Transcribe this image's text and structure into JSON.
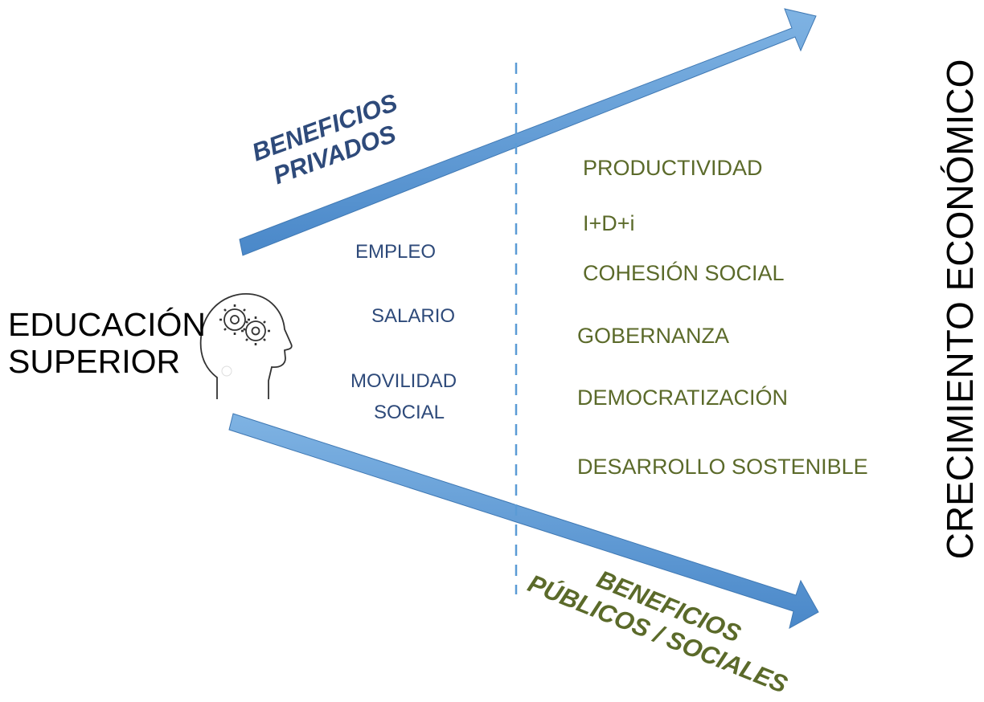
{
  "colors": {
    "arrow": "#5b9bd5",
    "arrow_edge": "#4a86c0",
    "private_text": "#2e4a7a",
    "public_text": "#5b6a2a",
    "divider": "#5b9bd5"
  },
  "left": {
    "line1": "EDUCACIÓN",
    "line2": "SUPERIOR",
    "icon": "head-gears-icon"
  },
  "private_benefits": {
    "line1": "BENEFICIOS",
    "line2": "PRIVADOS",
    "items": [
      "EMPLEO",
      "SALARIO",
      "MOVILIDAD",
      "SOCIAL"
    ]
  },
  "public_benefits": {
    "line1": "BENEFICIOS",
    "line2": "PÚBLICOS / SOCIALES",
    "items": [
      "PRODUCTIVIDAD",
      "I+D+i",
      "COHESIÓN SOCIAL",
      "GOBERNANZA",
      "DEMOCRATIZACIÓN",
      "DESARROLLO SOSTENIBLE"
    ]
  },
  "right_label": "CRECIMIENTO ECONÓMICO"
}
